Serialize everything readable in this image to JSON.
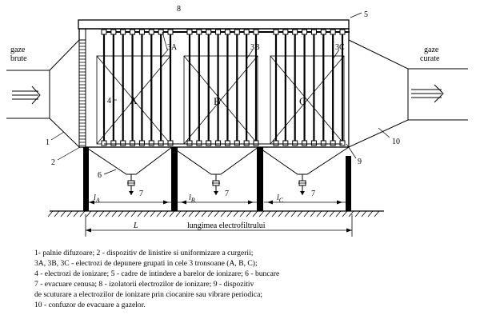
{
  "diagram": {
    "inlet": {
      "line1": "gaze",
      "line2": "brute"
    },
    "outlet": {
      "line1": "gaze",
      "line2": "curate"
    },
    "section_letters": [
      "A",
      "B",
      "C"
    ],
    "callouts": {
      "n1": "1",
      "n2": "2",
      "n3A": "3A",
      "n3B": "3B",
      "n3C": "3C",
      "n4": "4",
      "n5": "5",
      "n6": "6",
      "n7a": "7",
      "n7b": "7",
      "n7c": "7",
      "n8": "8",
      "n9": "9",
      "n10": "10"
    },
    "section_lengths": [
      {
        "symbol": "l",
        "sub": "A"
      },
      {
        "symbol": "l",
        "sub": "B"
      },
      {
        "symbol": "l",
        "sub": "C"
      }
    ],
    "total_length": {
      "symbol": "L",
      "text": "lungimea electrofiltrului"
    }
  },
  "legend": [
    "1- palnie difuzoare; 2 - dispozitiv de linistire si uniformizare a curgerii;",
    "3A, 3B, 3C - electrozi de depunere grupati in cele 3 tronsoane (A, B, C);",
    "4 - electrozi de ionizare; 5 - cadre de intindere a barelor de ionizare; 6 - buncare",
    "7 - evacuare cenusa; 8 - izolatorii electrozilor de ionizare; 9 - dispozitiv",
    "de scuturare a electrozilor de ionizare prin ciocanire sau vibrare periodica;",
    "10 - confuzor de evacuare a gazelor."
  ]
}
